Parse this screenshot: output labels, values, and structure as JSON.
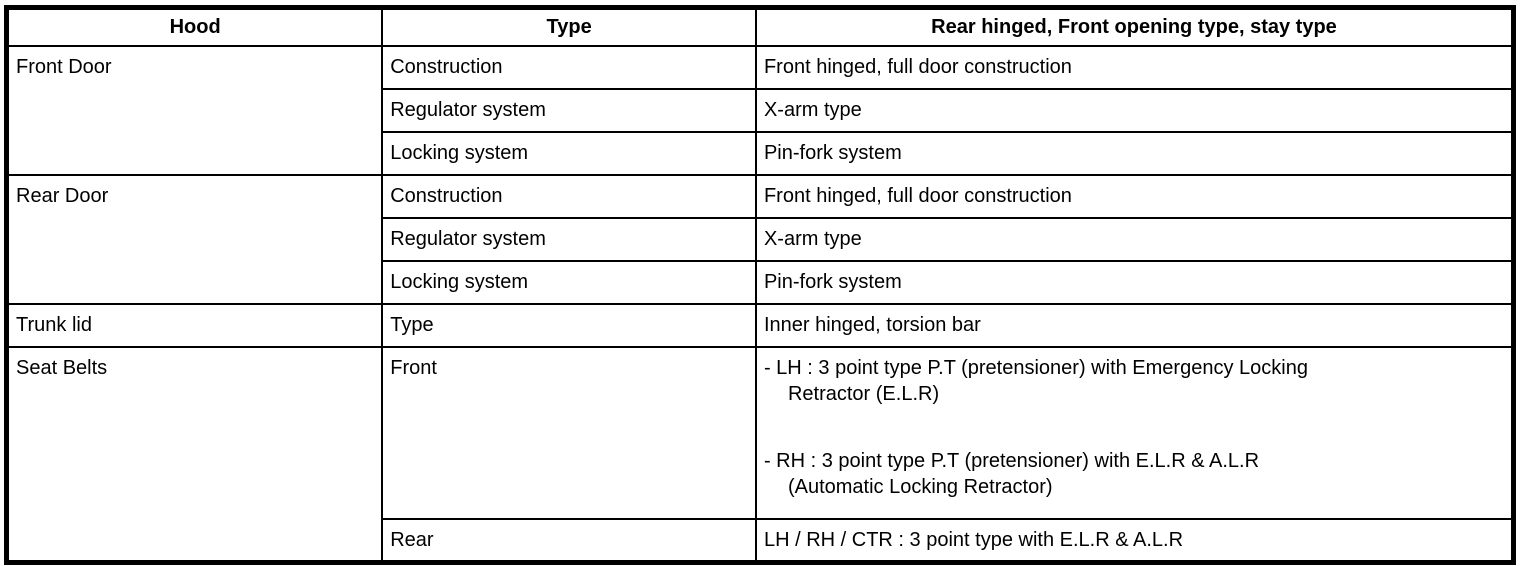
{
  "table": {
    "header": {
      "hood": "Hood",
      "type": "Type",
      "value": "Rear hinged, Front opening type, stay type"
    },
    "groups": [
      {
        "label": "Front Door",
        "rows": [
          {
            "type": "Construction",
            "value": "Front hinged, full door construction"
          },
          {
            "type": "Regulator system",
            "value": "X-arm type"
          },
          {
            "type": "Locking system",
            "value": "Pin-fork system"
          }
        ]
      },
      {
        "label": "Rear Door",
        "rows": [
          {
            "type": "Construction",
            "value": "Front hinged, full door construction"
          },
          {
            "type": "Regulator system",
            "value": "X-arm type"
          },
          {
            "type": "Locking system",
            "value": "Pin-fork system"
          }
        ]
      },
      {
        "label": "Trunk lid",
        "rows": [
          {
            "type": "Type",
            "value": "Inner hinged, torsion bar"
          }
        ]
      },
      {
        "label": "Seat Belts",
        "rows": [
          {
            "type": "Front",
            "bullets": [
              "- LH : 3 point type P.T (pretensioner) with Emergency Locking\nRetractor (E.L.R)",
              "- RH : 3 point type P.T (pretensioner) with E.L.R & A.L.R\n(Automatic Locking Retractor)"
            ]
          },
          {
            "type": "Rear",
            "value": "LH / RH / CTR : 3 point type with E.L.R & A.L.R"
          }
        ]
      }
    ],
    "colors": {
      "border": "#000000",
      "text": "#000000",
      "background": "#ffffff"
    }
  }
}
